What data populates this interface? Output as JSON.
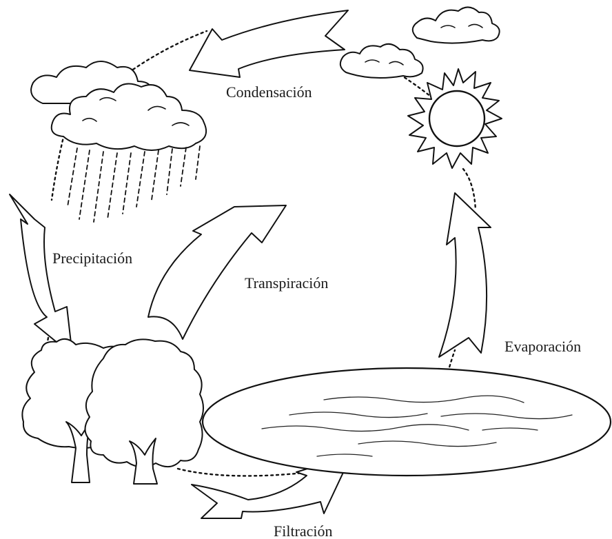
{
  "labels": {
    "condensation": "Condensación",
    "precipitation": "Precipitación",
    "transpiration": "Transpiración",
    "evaporation": "Evaporación",
    "filtration": "Filtración"
  },
  "colors": {
    "line": "#111111",
    "background": "#ffffff"
  }
}
